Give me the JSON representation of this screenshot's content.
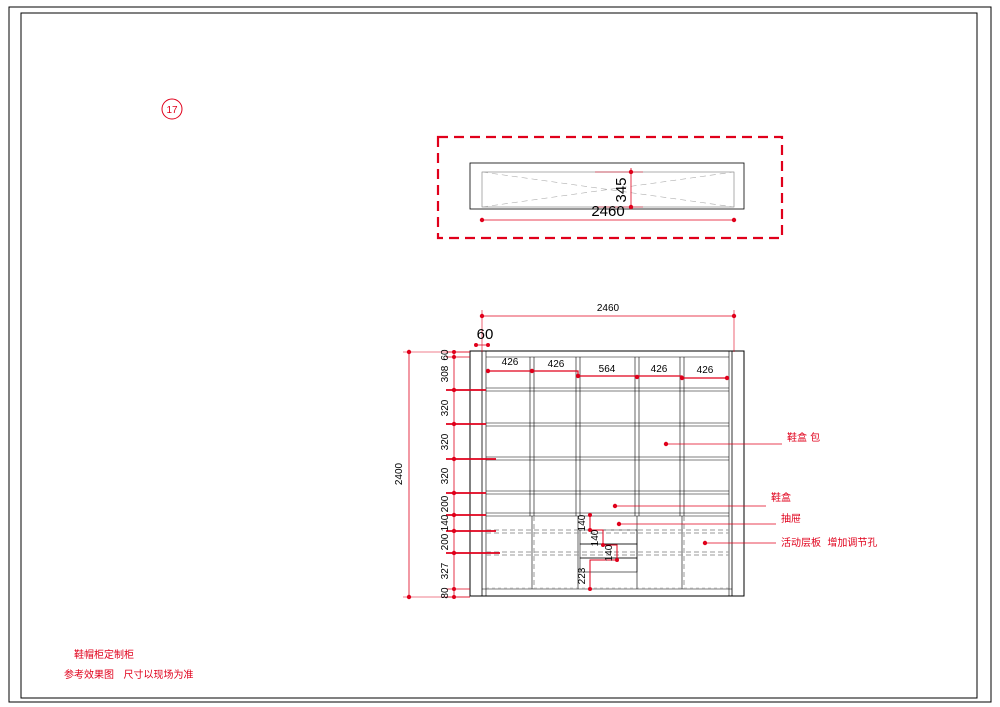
{
  "sheet": {
    "number": "17",
    "title_lines": [
      "鞋帽柜定制柜",
      "参考效果图   尺寸以现场为准"
    ]
  },
  "plan_view": {
    "width": "2460",
    "depth": "345"
  },
  "elevation": {
    "overall_width": "2460",
    "overall_height": "2400",
    "side_panel": "60",
    "column_widths": [
      "426",
      "426",
      "564",
      "426",
      "426"
    ],
    "left_heights": [
      "60",
      "308",
      "320",
      "320",
      "320",
      "200",
      "140",
      "200",
      "327",
      "80"
    ],
    "drawer_heights": [
      "140",
      "140",
      "140",
      "223"
    ],
    "labels": {
      "shoebox_bag": "鞋盒 包",
      "shoebox": "鞋盒",
      "drawer": "抽屉",
      "adjustable_shelf": "活动层板  增加调节孔"
    }
  },
  "colors": {
    "line": "#000000",
    "annotation": "#e0001b",
    "hidden": "#9a9a9a"
  }
}
